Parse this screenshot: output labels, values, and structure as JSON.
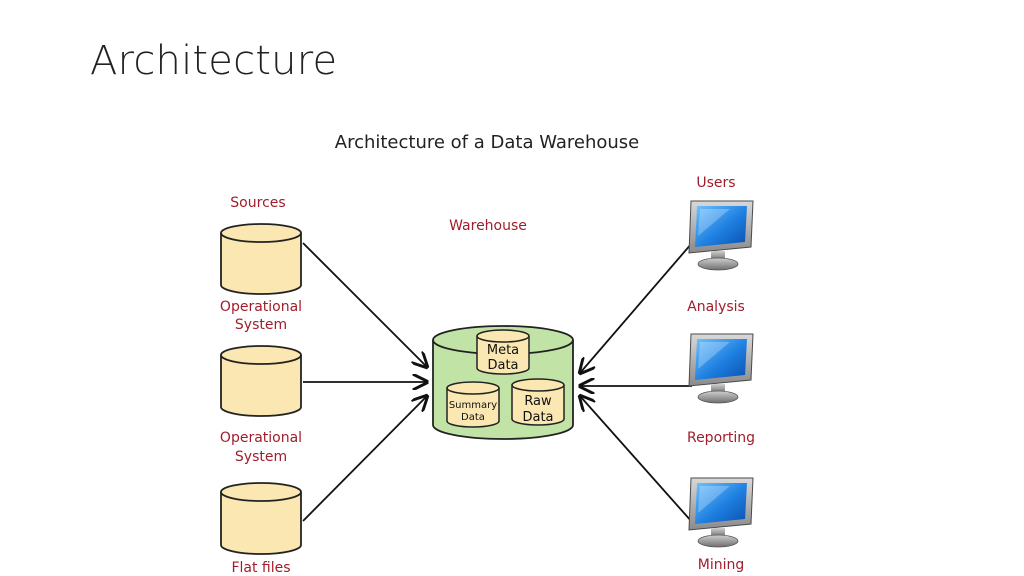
{
  "slide": {
    "title": "Architecture"
  },
  "diagram": {
    "title": "Architecture of a Data Warehouse",
    "sources_heading": "Sources",
    "warehouse_heading": "Warehouse",
    "users_heading": "Users",
    "sources": [
      {
        "line1": "Operational",
        "line2": "System"
      },
      {
        "line1": "Operational",
        "line2": "System"
      },
      {
        "line1": "Flat files",
        "line2": ""
      }
    ],
    "warehouse": {
      "meta_line1": "Meta",
      "meta_line2": "Data",
      "summary_line1": "Summary",
      "summary_line2": "Data",
      "raw_line1": "Raw",
      "raw_line2": "Data"
    },
    "users": [
      {
        "label": "Analysis"
      },
      {
        "label": "Reporting"
      },
      {
        "label": "Mining"
      }
    ]
  },
  "colors": {
    "cylinder_fill": "#fbe7b1",
    "warehouse_fill": "#c2e3a6",
    "label_red": "#a11d2b",
    "monitor_screen": "#1e7fe0"
  },
  "icons": [
    "database-cylinder-icon",
    "computer-monitor-icon",
    "arrow-icon"
  ]
}
